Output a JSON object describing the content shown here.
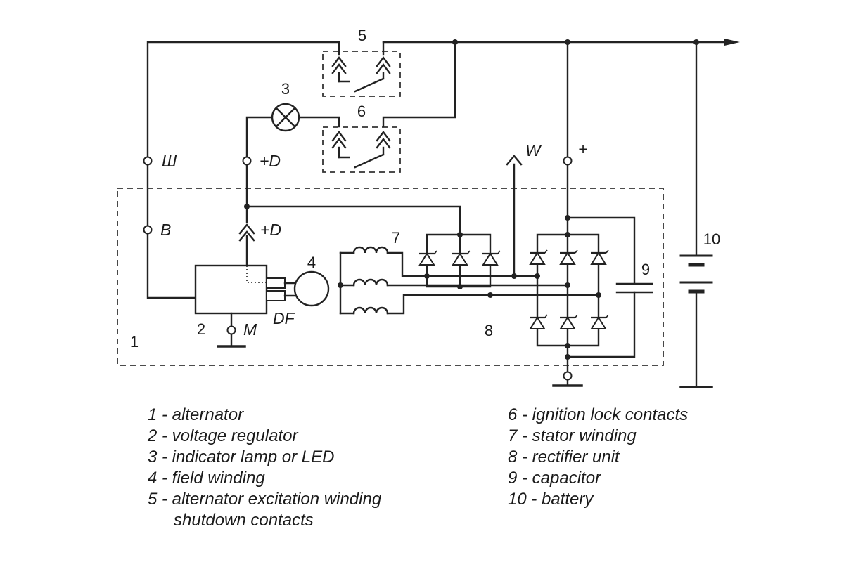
{
  "labels": {
    "n1": "1",
    "n2": "2",
    "n3": "3",
    "n4": "4",
    "n5": "5",
    "n6": "6",
    "n7": "7",
    "n8": "8",
    "n9": "9",
    "n10": "10"
  },
  "terminals": {
    "sh": "Ш",
    "plus_d_top": "+D",
    "b": "B",
    "plus_d_conn": "+D",
    "w": "W",
    "plus": "+",
    "m": "M",
    "df": "DF"
  },
  "legend": {
    "left": [
      "1 - alternator",
      "2 - voltage regulator",
      "3 - indicator lamp or LED",
      "4 - field winding",
      "5 - alternator excitation winding",
      "shutdown contacts"
    ],
    "right": [
      "6 - ignition lock contacts",
      "7 - stator winding",
      "8 - rectifier unit",
      "9 - capacitor",
      "10 - battery"
    ]
  }
}
